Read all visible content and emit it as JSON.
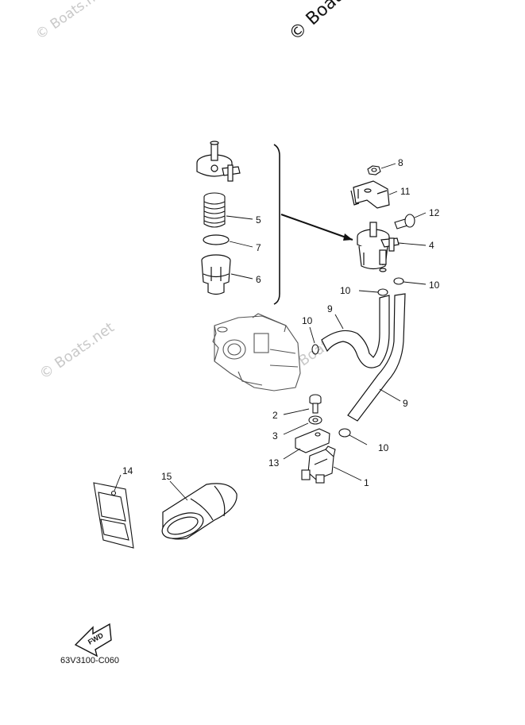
{
  "watermarks": {
    "top_left": "© Boats.n",
    "top_center": "© Boats.n",
    "mid_left": "© Boats.net",
    "mid_center": "© Boats.n"
  },
  "callouts": [
    "1",
    "2",
    "3",
    "4",
    "5",
    "6",
    "7",
    "8",
    "9",
    "9",
    "10",
    "10",
    "10",
    "10",
    "11",
    "12",
    "13",
    "14",
    "15"
  ],
  "direction_arrow": "FWD",
  "diagram_code": "63V3100-C060"
}
